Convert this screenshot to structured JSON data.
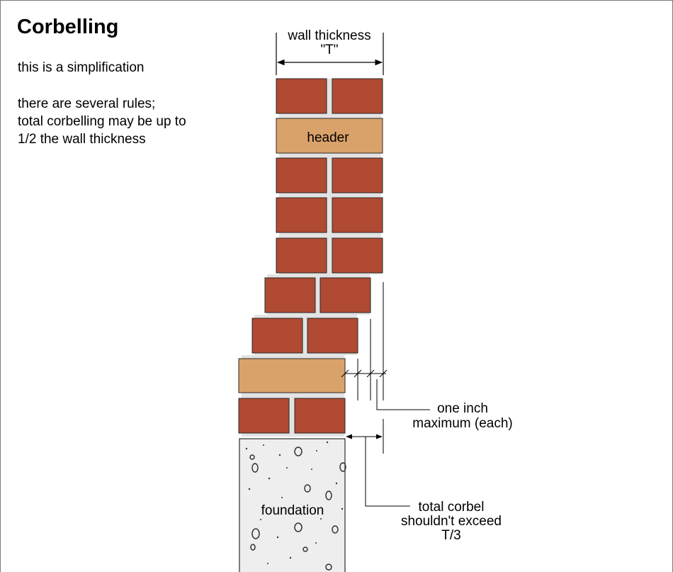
{
  "title": "Corbelling",
  "notes": [
    "this is a simplification",
    "there are several rules;",
    "total corbelling may be up to",
    "1/2 the wall thickness"
  ],
  "labels": {
    "wall_thickness": "wall thickness",
    "thickness_symbol": "\"T\"",
    "header": "header",
    "foundation": "foundation",
    "one_inch_line1": "one inch",
    "one_inch_line2": "maximum (each)",
    "total_corbel_line1": "total corbel",
    "total_corbel_line2": "shouldn't exceed",
    "total_corbel_line3": "T/3"
  },
  "colors": {
    "brick": "#b04a33",
    "header_brick": "#d9a26a",
    "mortar": "#e3e3e3",
    "foundation": "#eeeeee",
    "outline": "#2a2a2a"
  }
}
